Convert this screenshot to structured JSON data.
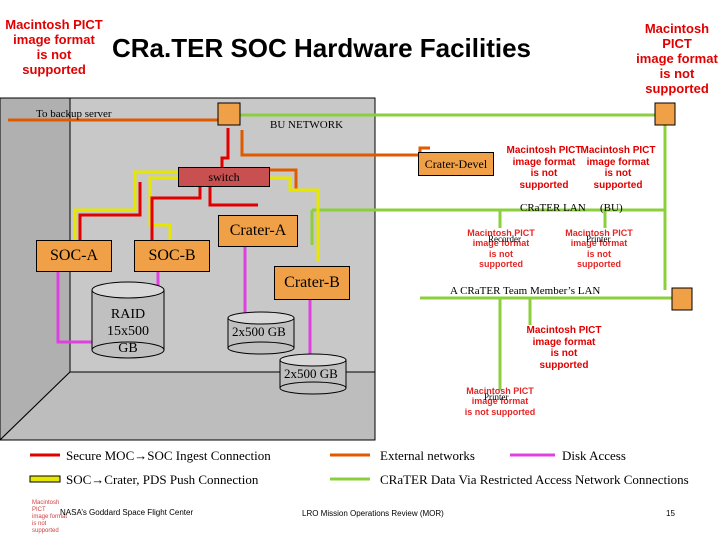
{
  "title": "CRa.TER SOC Hardware Facilities",
  "pict_placeholder": {
    "line1": "Macintosh PICT",
    "line2": "image format",
    "line3": "is not supported"
  },
  "labels": {
    "backup": "To backup server",
    "bu_network": "BU NETWORK",
    "switch": "switch",
    "crater_devel": "Crater-Devel",
    "crater_lan": "CRaTER LAN",
    "bu": "(BU)",
    "crater_a": "Crater-A",
    "soc_a": "SOC-A",
    "soc_b": "SOC-B",
    "crater_b": "Crater-B",
    "recorder": "Recorder",
    "printer_top": "Printer",
    "member_lan": "A CRaTER Team Member’s LAN",
    "raid_line1": "RAID",
    "raid_line2": "15x500",
    "raid_line3": "GB",
    "disk_2x500_a": "2x500 GB",
    "disk_2x500_b": "2x500 GB",
    "printer_bottom": "Printer"
  },
  "legend": [
    {
      "label": "Secure MOC→SOC Ingest Connection",
      "color": "#e00000"
    },
    {
      "label": "SOC→Crater, PDS Push Connection",
      "color": "#e6e600"
    },
    {
      "label": "External networks",
      "color": "#e05a00"
    },
    {
      "label": "Disk Access",
      "color": "#e040e0"
    },
    {
      "label": "CRaTER Data Via Restricted Access Network Connections",
      "color": "#8ccf3c"
    }
  ],
  "footer": {
    "left": "NASA’s Goddard Space Flight Center",
    "center": "LRO Mission Operations Review (MOR)",
    "page": "15"
  },
  "colors": {
    "room_side": "#b4b4b4",
    "room_back": "#c6c6c6",
    "node_fill": "#f0a046",
    "switch_fill": "#c85050",
    "orange": "#e05a00",
    "green": "#8ccf3c",
    "red": "#e00000",
    "yellow": "#e6e600",
    "magenta": "#e040e0"
  }
}
